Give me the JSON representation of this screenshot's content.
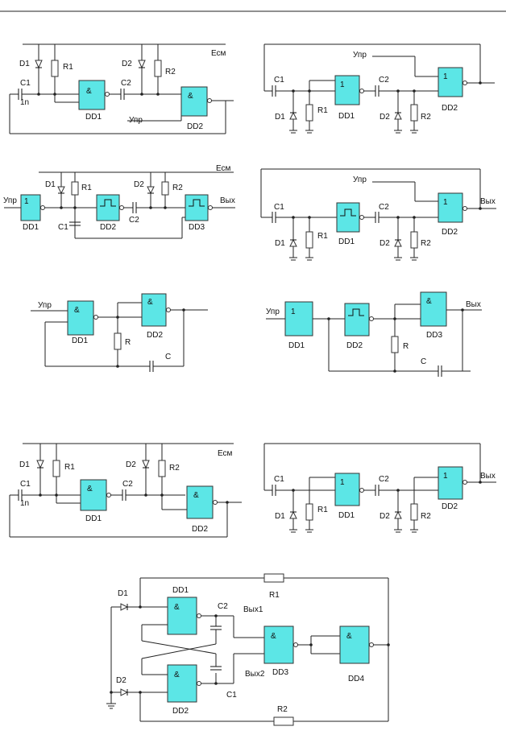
{
  "colors": {
    "gate_fill": "#5ce6e6",
    "wire": "#222222",
    "background": "#ffffff"
  },
  "labels": {
    "esm": "Есм",
    "upr": "Упр",
    "vyh": "Вых",
    "vyh1": "Вых1",
    "vyh2": "Вых2",
    "c": "C",
    "c1": "C1",
    "c2": "C2",
    "r": "R",
    "r1": "R1",
    "r2": "R2",
    "d1": "D1",
    "d2": "D2",
    "n1": "1n",
    "dd1": "DD1",
    "dd2": "DD2",
    "dd3": "DD3",
    "dd4": "DD4",
    "and_sym": "&",
    "one_sym": "1"
  }
}
